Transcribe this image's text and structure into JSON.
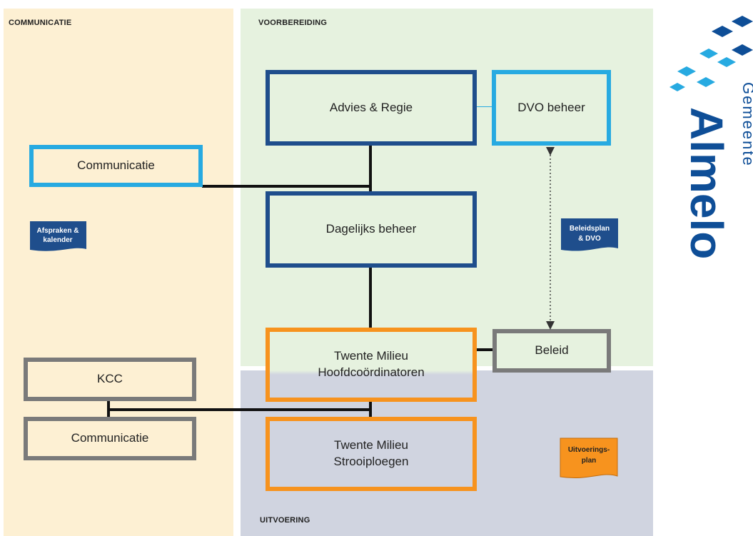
{
  "zones": {
    "communicatie": "COMMUNICATIE",
    "voorbereiding": "VOORBEREIDING",
    "uitvoering": "UITVOERING"
  },
  "boxes": {
    "advies": "Advies & Regie",
    "dvo": "DVO beheer",
    "communicatie_top": "Communicatie",
    "dagelijks": "Dagelijks beheer",
    "twente_hoofd": "Twente Milieu\nHoofdcoördinatoren",
    "beleid": "Beleid",
    "kcc": "KCC",
    "communicatie_bottom": "Communicatie",
    "twente_strooi": "Twente Milieu\nStrooiploegen"
  },
  "documents": {
    "afspraken": [
      "Afspraken &",
      "kalender"
    ],
    "beleidsplan": [
      "Beleidsplan",
      "& DVO"
    ],
    "uitvoeringsplan": [
      "Uitvoerings-",
      "plan"
    ]
  },
  "logo": {
    "small": "Gemeente",
    "large": "Almelo"
  },
  "colors": {
    "communicatie_zone": "#fdf0d3",
    "voorbereiding_zone": "#e6f2df",
    "uitvoering_zone": "#d0d4e0",
    "navy": "#1f4e8c",
    "cyan": "#27aae1",
    "gray": "#7a7a7a",
    "orange": "#f7931e",
    "logo_blue": "#0e4e97"
  }
}
